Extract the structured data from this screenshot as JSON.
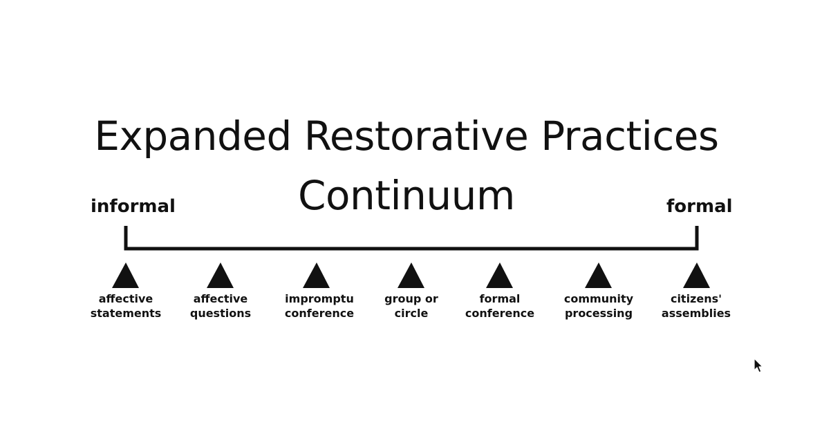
{
  "slide": {
    "title_line1": "Expanded Restorative Practices",
    "title_line2": "Continuum",
    "left_end_label": "informal",
    "right_end_label": "formal",
    "items": [
      {
        "line1": "affective",
        "line2": "statements"
      },
      {
        "line1": "affective",
        "line2": "questions"
      },
      {
        "line1": "impromptu",
        "line2": "conference"
      },
      {
        "line1": "group or",
        "line2": "circle"
      },
      {
        "line1": "formal",
        "line2": "conference"
      },
      {
        "line1": "community",
        "line2": "processing"
      },
      {
        "line1": "citizens'",
        "line2": "assemblies"
      }
    ],
    "ink_color": "#111111",
    "background_color": "#ffffff"
  },
  "cursor": {
    "icon": "arrow-cursor-icon"
  }
}
